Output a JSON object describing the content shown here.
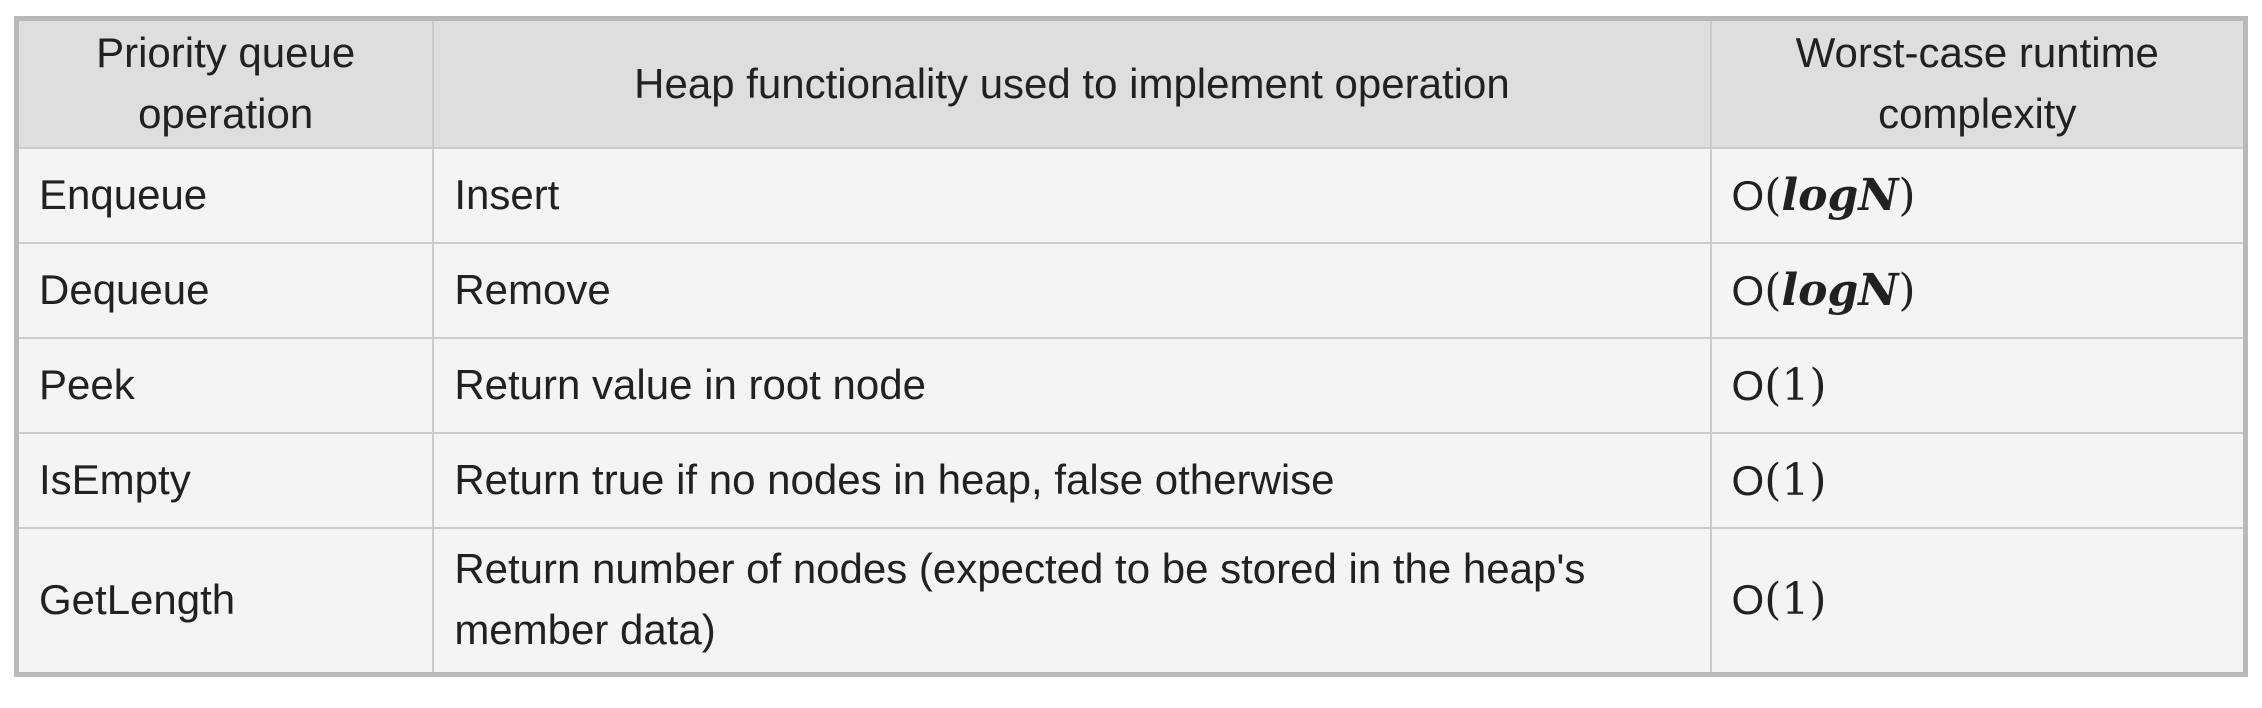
{
  "table": {
    "columns": [
      {
        "label": "Priority queue operation"
      },
      {
        "label": "Heap functionality used to implement operation"
      },
      {
        "label": "Worst-case runtime complexity"
      }
    ],
    "rows": [
      {
        "operation": "Enqueue",
        "heap_functionality": "Insert",
        "complexity": {
          "prefix": "O",
          "open": "(",
          "expr": "logN",
          "expr_style": "bold-italic",
          "close": ")"
        }
      },
      {
        "operation": "Dequeue",
        "heap_functionality": "Remove",
        "complexity": {
          "prefix": "O",
          "open": "(",
          "expr": "logN",
          "expr_style": "bold-italic",
          "close": ")"
        }
      },
      {
        "operation": "Peek",
        "heap_functionality": "Return value in root node",
        "complexity": {
          "prefix": "O",
          "open": "(",
          "expr": "1",
          "expr_style": "upright",
          "close": ")"
        }
      },
      {
        "operation": "IsEmpty",
        "heap_functionality": "Return true if no nodes in heap, false otherwise",
        "complexity": {
          "prefix": "O",
          "open": "(",
          "expr": "1",
          "expr_style": "upright",
          "close": ")"
        }
      },
      {
        "operation": "GetLength",
        "heap_functionality": "Return number of nodes (expected to be stored in the heap's member data)",
        "complexity": {
          "prefix": "O",
          "open": "(",
          "expr": "1",
          "expr_style": "upright",
          "close": ")"
        },
        "tall": true
      }
    ]
  },
  "colors": {
    "page_bg": "#ffffff",
    "header_bg": "#dedede",
    "row_bg": "#f4f4f4",
    "inner_border": "#cbcbcb",
    "outer_border": "#b9b9b9",
    "text": "#212121"
  }
}
